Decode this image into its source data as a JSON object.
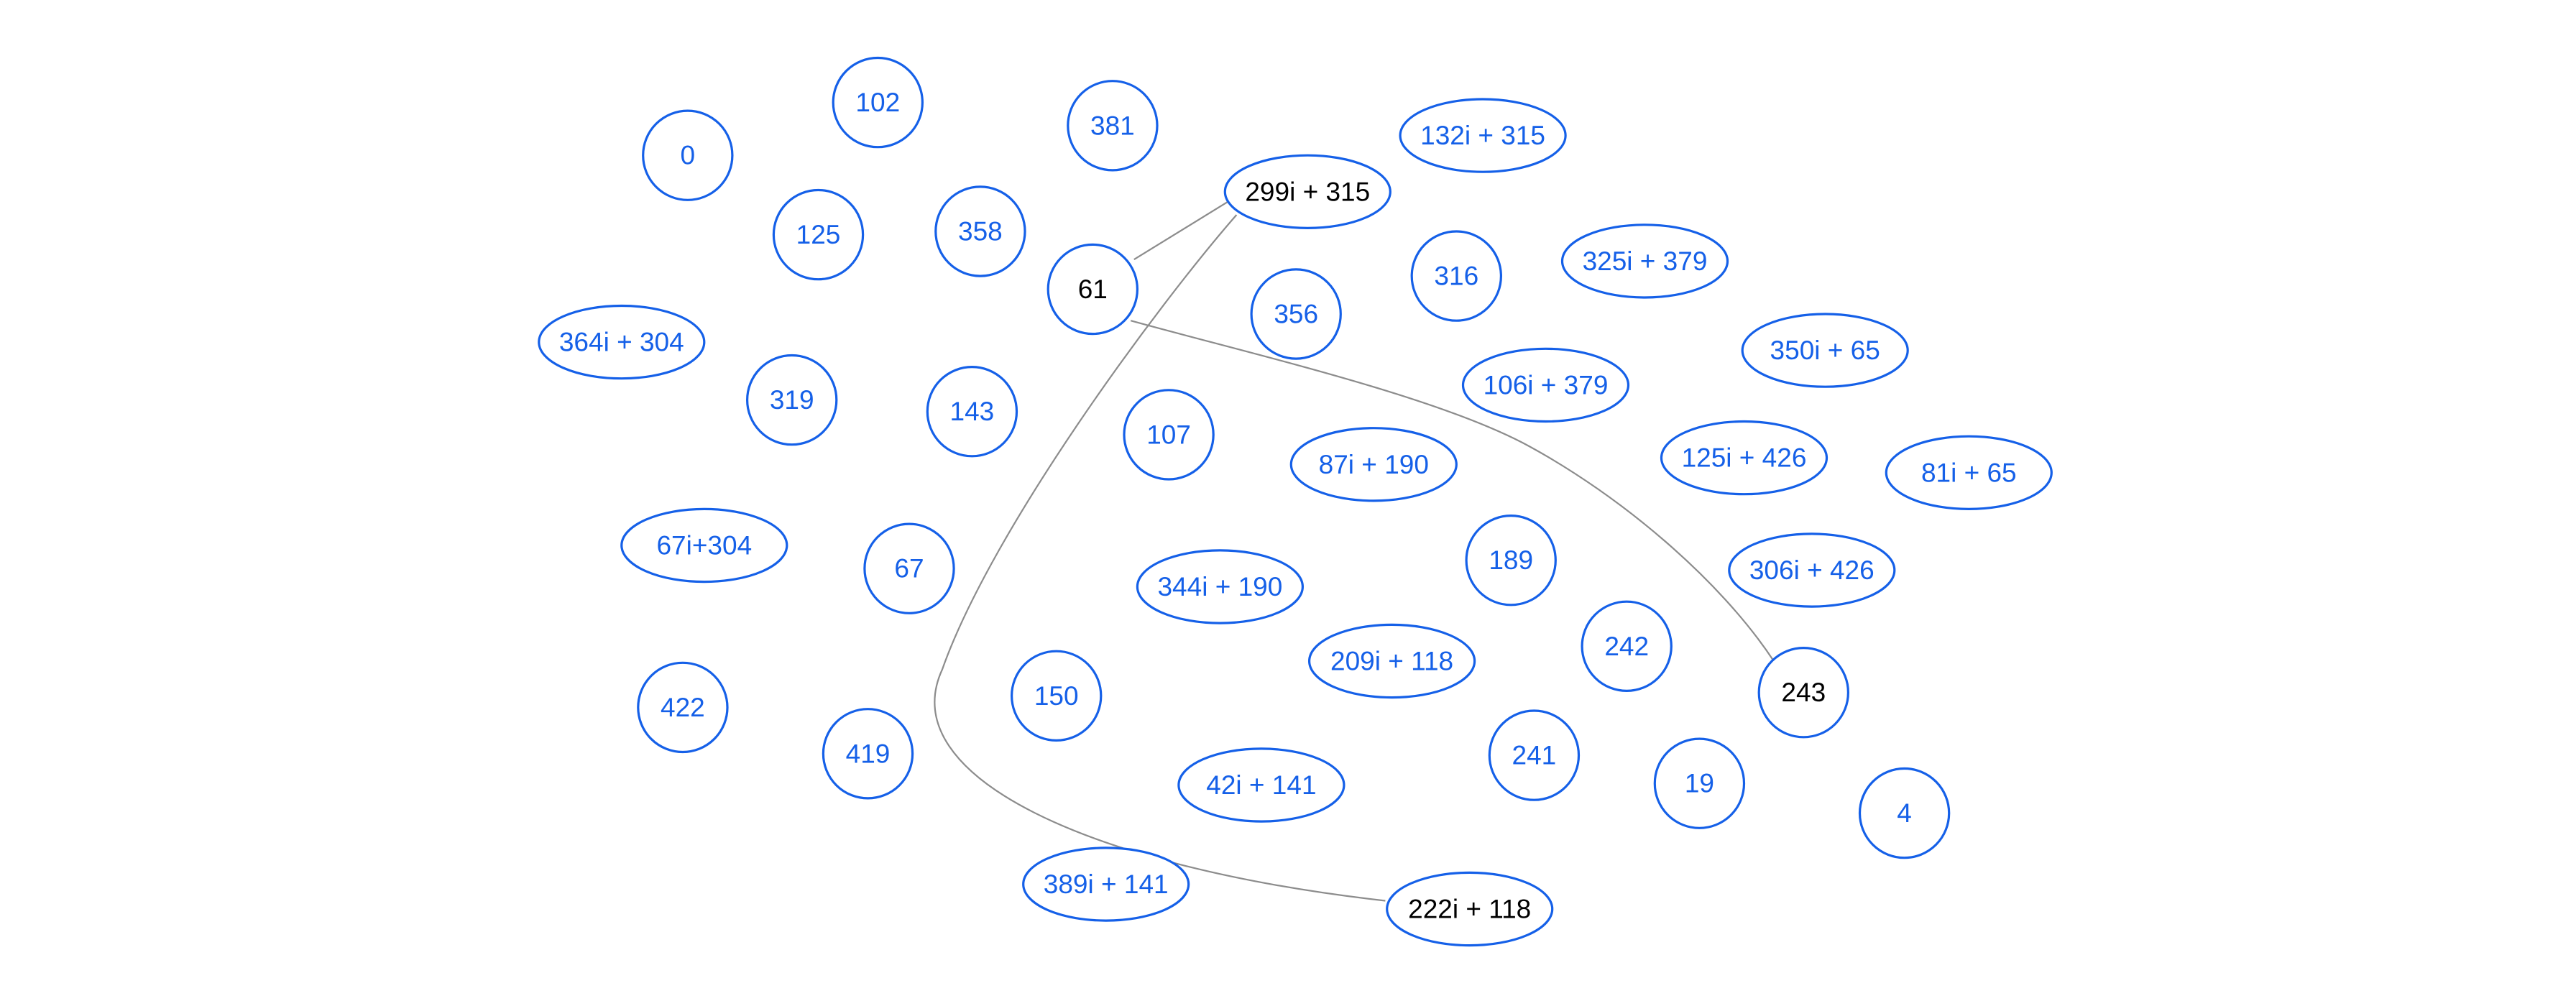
{
  "colors": {
    "node_stroke": "#1560e8",
    "node_text": "#1560e8",
    "highlight_text": "#000000",
    "edge": "#8c8c8c",
    "lavender": "#e6e4f7",
    "peach": "#fde3c8",
    "mint": "#d6faee"
  },
  "nodes": [
    {
      "id": "n0",
      "label": "0"
    },
    {
      "id": "n102",
      "label": "102"
    },
    {
      "id": "n381",
      "label": "381"
    },
    {
      "id": "n132i315",
      "label": "132i + 315"
    },
    {
      "id": "n299i315",
      "label": "299i + 315",
      "fill": "lavender"
    },
    {
      "id": "n125",
      "label": "125"
    },
    {
      "id": "n358",
      "label": "358"
    },
    {
      "id": "n61",
      "label": "61",
      "fill": "lavender"
    },
    {
      "id": "n316",
      "label": "316"
    },
    {
      "id": "n325i379",
      "label": "325i + 379"
    },
    {
      "id": "n356",
      "label": "356"
    },
    {
      "id": "n364i304",
      "label": "364i + 304"
    },
    {
      "id": "n350i65",
      "label": "350i + 65"
    },
    {
      "id": "n319",
      "label": "319"
    },
    {
      "id": "n143",
      "label": "143"
    },
    {
      "id": "n106i379",
      "label": "106i + 379"
    },
    {
      "id": "n107",
      "label": "107"
    },
    {
      "id": "n87i190",
      "label": "87i + 190"
    },
    {
      "id": "n125i426",
      "label": "125i + 426"
    },
    {
      "id": "n81i65",
      "label": "81i + 65"
    },
    {
      "id": "n67i304",
      "label": "67i+304"
    },
    {
      "id": "n67",
      "label": "67"
    },
    {
      "id": "n189",
      "label": "189"
    },
    {
      "id": "n306i426",
      "label": "306i + 426"
    },
    {
      "id": "n344i190",
      "label": "344i + 190"
    },
    {
      "id": "n242",
      "label": "242"
    },
    {
      "id": "n209i118",
      "label": "209i + 118"
    },
    {
      "id": "n243",
      "label": "243",
      "fill": "peach"
    },
    {
      "id": "n422",
      "label": "422"
    },
    {
      "id": "n150",
      "label": "150"
    },
    {
      "id": "n419",
      "label": "419"
    },
    {
      "id": "n241",
      "label": "241"
    },
    {
      "id": "n42i141",
      "label": "42i + 141"
    },
    {
      "id": "n19",
      "label": "19"
    },
    {
      "id": "n4",
      "label": "4"
    },
    {
      "id": "n389i141",
      "label": "389i + 141"
    },
    {
      "id": "n222i118",
      "label": "222i + 118",
      "fill": "mint"
    }
  ],
  "edges": [
    {
      "from": "n61",
      "to": "n299i315"
    },
    {
      "from": "n299i315",
      "to": "n222i118"
    },
    {
      "from": "n61",
      "to": "n243"
    }
  ]
}
